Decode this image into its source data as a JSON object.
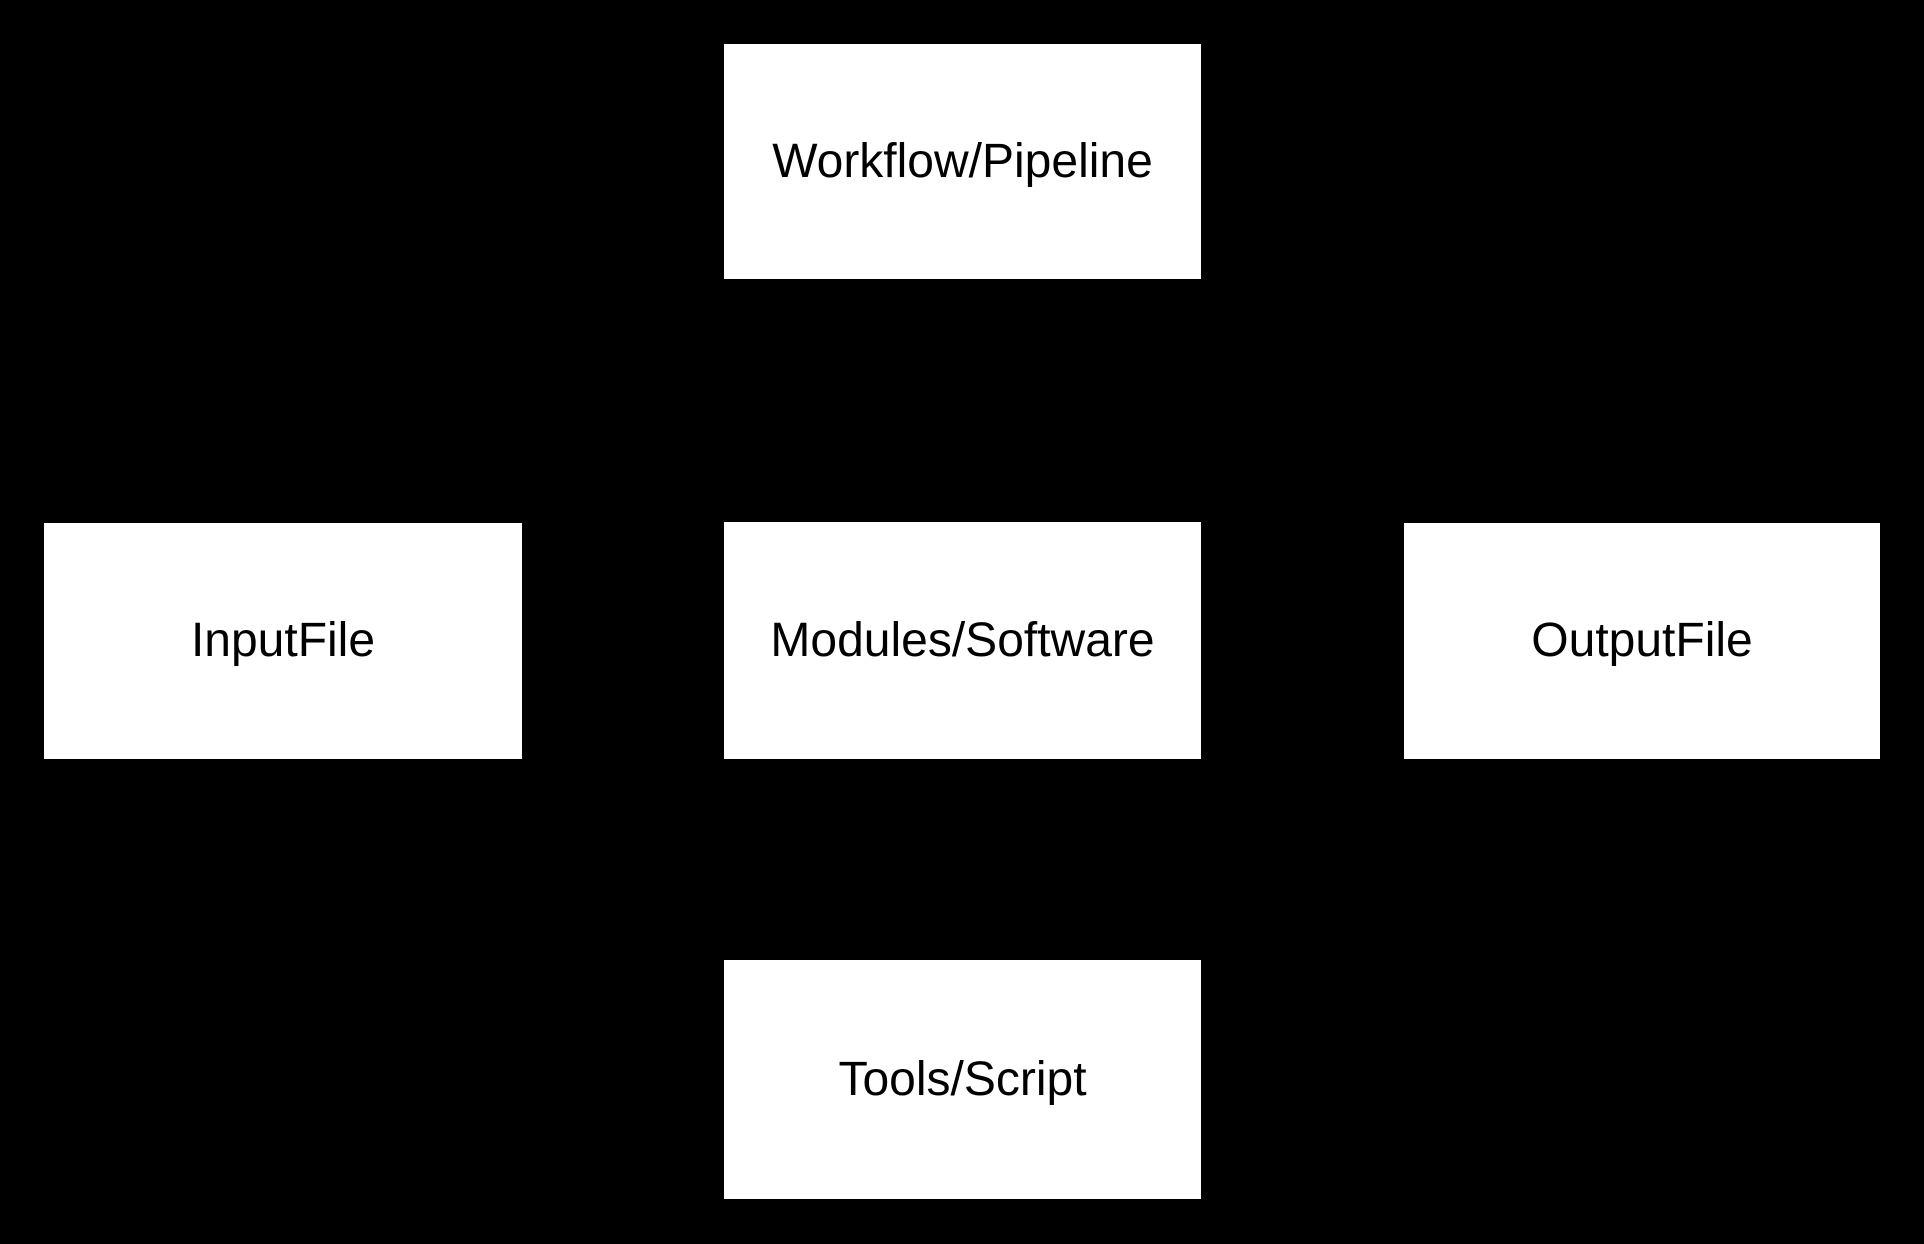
{
  "diagram": {
    "background_color": "#000000",
    "node_fill_color": "#ffffff",
    "node_text_color": "#000000",
    "nodes": [
      {
        "id": "workflow-pipeline",
        "label": "Workflow/Pipeline"
      },
      {
        "id": "input-file",
        "label": "InputFile"
      },
      {
        "id": "modules-software",
        "label": "Modules/Software"
      },
      {
        "id": "output-file",
        "label": "OutputFile"
      },
      {
        "id": "tools-script",
        "label": "Tools/Script"
      }
    ]
  }
}
